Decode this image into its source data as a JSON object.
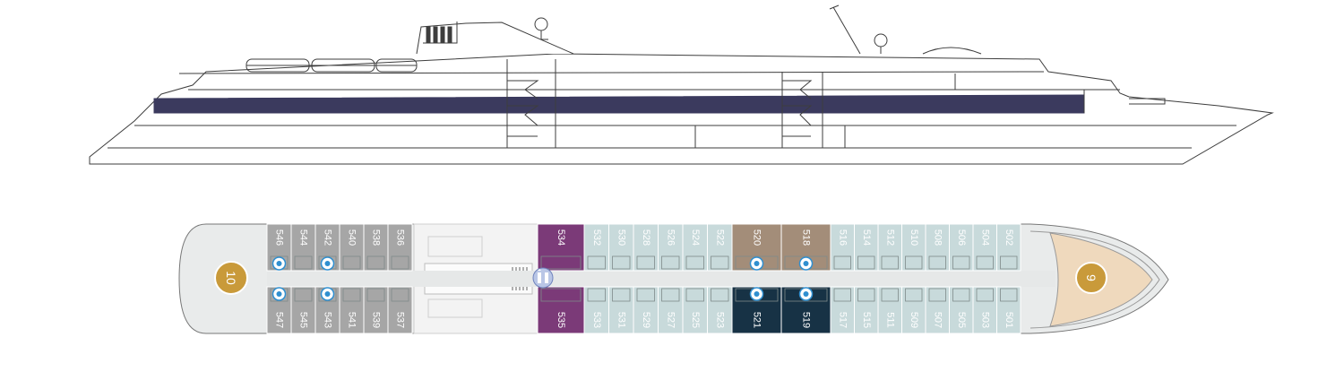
{
  "deck_plan": {
    "colors": {
      "hull_stripe": "#3b3a5e",
      "aft_cabins": "#a6a6a6",
      "mid_cabins": "#c8dadb",
      "fwd_cabins": "#c8dadb",
      "suite_purple": "#7b3a78",
      "suite_tan": "#a38d79",
      "suite_navy": "#173245",
      "corridor": "#e6e8e8",
      "medallion_gold": "#c99a3a",
      "bow_cream": "#efd9bd",
      "accessible_blue": "#2f8fd0"
    },
    "markers": {
      "aft": "10",
      "fwd": "9"
    },
    "cabins": {
      "aft_top": [
        "546",
        "544",
        "542",
        "540",
        "538",
        "536"
      ],
      "aft_bottom": [
        "547",
        "545",
        "543",
        "541",
        "539",
        "537"
      ],
      "purple_top": "534",
      "purple_bottom": "535",
      "mid_top": [
        "532",
        "530",
        "528",
        "526",
        "524",
        "522"
      ],
      "mid_bottom": [
        "533",
        "531",
        "529",
        "527",
        "525",
        "523"
      ],
      "tan_top": [
        "520",
        "518"
      ],
      "navy_bottom": [
        "521",
        "519"
      ],
      "fwd_top": [
        "516",
        "514",
        "512",
        "510",
        "508",
        "506",
        "504",
        "502"
      ],
      "fwd_bottom": [
        "517",
        "515",
        "511",
        "509",
        "507",
        "505",
        "503",
        "501"
      ]
    },
    "accessible_cabins": [
      "546",
      "542",
      "547",
      "543",
      "520",
      "518",
      "521",
      "519"
    ],
    "icons": {
      "accessible": "accessible-cabin-icon",
      "elevator": "elevator-icon",
      "ship": "ship-profile-icon"
    }
  }
}
